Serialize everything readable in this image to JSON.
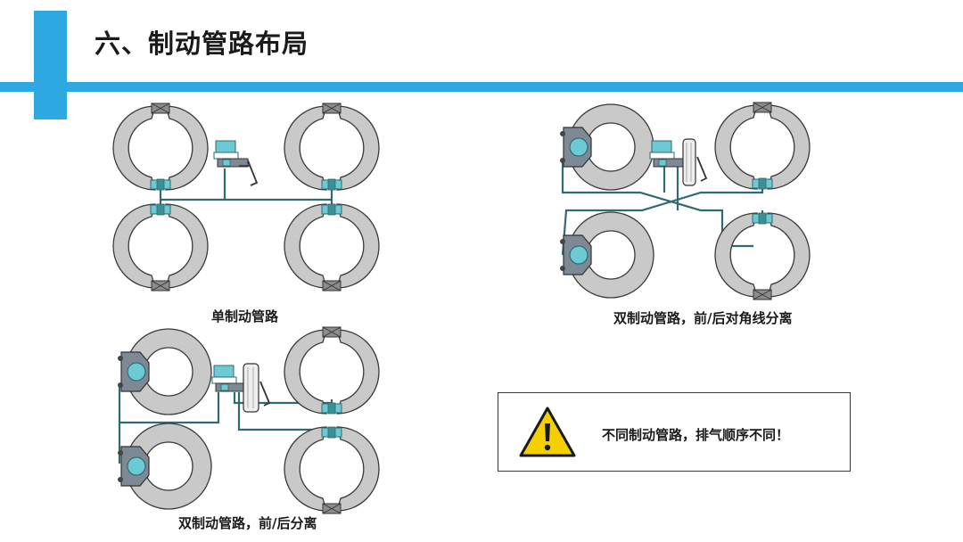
{
  "slide": {
    "title": "六、制动管路布局"
  },
  "diagrams": {
    "single": {
      "caption": "单制动管路"
    },
    "diagonal": {
      "caption": "双制动管路，前/后对角线分离"
    },
    "front_rear": {
      "caption": "双制动管路，前/后分离"
    }
  },
  "warning": {
    "text": "不同制动管路，排气顺序不同！",
    "icon": "warning-triangle-icon"
  },
  "colors": {
    "accent": "#2ea8e0",
    "pipe": "#2f6b70",
    "cylinder": "#6ccad4",
    "drum": "#c9c9c9"
  }
}
